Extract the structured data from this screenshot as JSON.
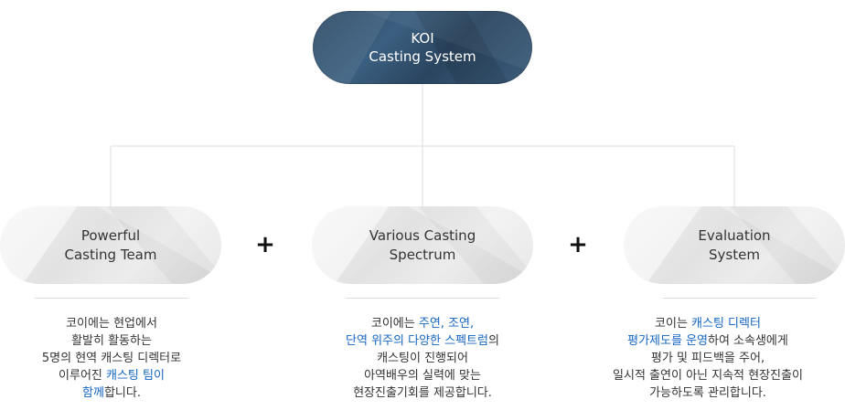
{
  "root": {
    "line1": "KOI",
    "line2": "Casting System"
  },
  "nodes": [
    {
      "title_line1": "Powerful",
      "title_line2": "Casting Team",
      "desc": [
        [
          {
            "t": "코이에는 현업에서",
            "h": false
          }
        ],
        [
          {
            "t": "활발히 활동하는",
            "h": false
          }
        ],
        [
          {
            "t": "5명의 현역 캐스팅 디렉터로",
            "h": false
          }
        ],
        [
          {
            "t": "이루어진 ",
            "h": false
          },
          {
            "t": "캐스팅 팀이",
            "h": true
          }
        ],
        [
          {
            "t": "함께",
            "h": true
          },
          {
            "t": "합니다.",
            "h": false
          }
        ]
      ]
    },
    {
      "title_line1": "Various Casting",
      "title_line2": "Spectrum",
      "desc": [
        [
          {
            "t": "코이에는 ",
            "h": false
          },
          {
            "t": "주연, 조연,",
            "h": true
          }
        ],
        [
          {
            "t": "단역 위주의 다양한 스펙트럼",
            "h": true
          },
          {
            "t": "의",
            "h": false
          }
        ],
        [
          {
            "t": "캐스팅이 진행되어",
            "h": false
          }
        ],
        [
          {
            "t": "아역배우의 실력에 맞는",
            "h": false
          }
        ],
        [
          {
            "t": "현장진출기회를 제공합니다.",
            "h": false
          }
        ]
      ]
    },
    {
      "title_line1": "Evaluation",
      "title_line2": "System",
      "desc": [
        [
          {
            "t": "코이는 ",
            "h": false
          },
          {
            "t": "캐스팅 디렉터",
            "h": true
          }
        ],
        [
          {
            "t": "평가제도를 운영",
            "h": true
          },
          {
            "t": "하여 소속생에게",
            "h": false
          }
        ],
        [
          {
            "t": "평가 및 피드백을 주어,",
            "h": false
          }
        ],
        [
          {
            "t": "일시적 출연이 아닌 지속적 현장진출이",
            "h": false
          }
        ],
        [
          {
            "t": "가능하도록 관리합니다.",
            "h": false
          }
        ]
      ]
    }
  ],
  "operators": [
    "+",
    "+"
  ],
  "colors": {
    "root_fill": "#34536f",
    "node_fill": "#e6e6e6",
    "highlight": "#1565c0",
    "connector": "#dddddd"
  }
}
